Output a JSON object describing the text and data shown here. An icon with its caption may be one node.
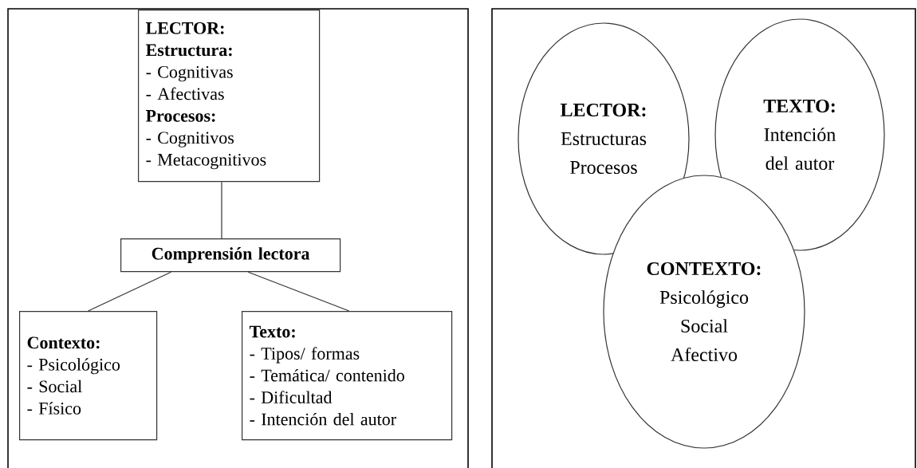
{
  "diagram": {
    "nodes": [
      {
        "text": [
          "LECTOR:",
          "Estructura:",
          "- Cognitivas",
          "- Afectivas",
          "Procesos:",
          "- Cognitivos",
          "- Metacognitivos"
        ]
      },
      {
        "text": [
          "Comprensión lectora"
        ]
      },
      {
        "text": [
          "Contexto:",
          "- Psicológico",
          "- Social",
          "- Físico"
        ]
      },
      {
        "text": [
          "Texto:",
          "- Tipos/ formas",
          "- Temática/ contenido",
          "- Dificultad",
          "- Intención del autor"
        ]
      },
      {
        "text": [
          "LECTOR:",
          "Estructuras",
          "Procesos"
        ]
      },
      {
        "text": [
          "TEXTO:",
          "Intención del autor"
        ]
      },
      {
        "text": [
          "CONTEXTO:",
          "Psicológico",
          "Social",
          "Afectivo"
        ]
      }
    ],
    "edges": [
      {
        "from": 0,
        "to": 1,
        "arrow": "none"
      },
      {
        "from": 1,
        "to": 2,
        "arrow": "none"
      },
      {
        "from": 1,
        "to": 3,
        "arrow": "none"
      }
    ]
  }
}
